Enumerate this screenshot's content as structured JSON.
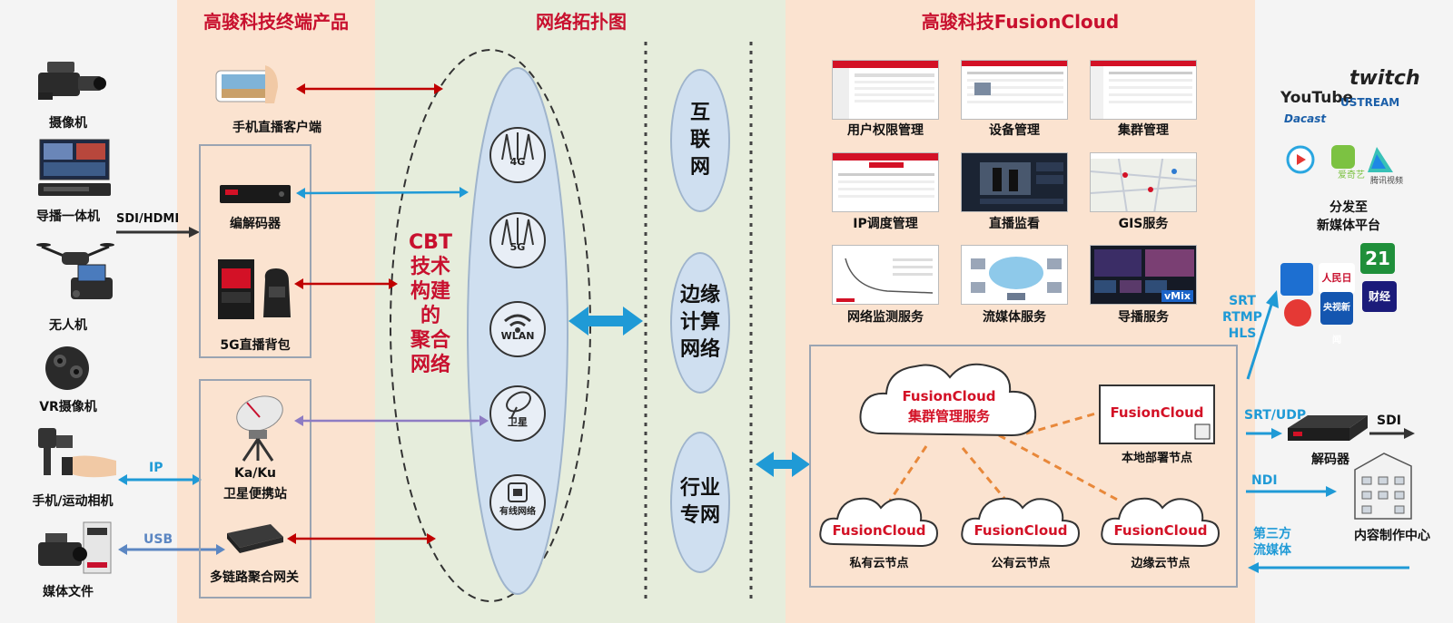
{
  "sections": {
    "terminal_title": "高骏科技终端产品",
    "network_title": "网络拓扑图",
    "cloud_title": "高骏科技FusionCloud"
  },
  "sources": [
    "摄像机",
    "导播一体机",
    "无人机",
    "VR摄像机",
    "手机/运动相机",
    "媒体文件"
  ],
  "links": {
    "sdi_hdmi": "SDI/HDMI",
    "ip": "IP",
    "usb": "USB",
    "srt_rtmp_hls": [
      "SRT",
      "RTMP",
      "HLS"
    ],
    "srt_udp": "SRT/UDP",
    "sdi": "SDI",
    "ndi": "NDI",
    "third_party": [
      "第三方",
      "流媒体"
    ]
  },
  "terminal_products": {
    "mobile_client": "手机直播客户端",
    "codec": "编解码器",
    "backpack": "5G直播背包",
    "satellite": [
      "Ka/Ku",
      "卫星便携站"
    ],
    "gateway": "多链路聚合网关"
  },
  "cbt": [
    "CBT",
    "技术",
    "构建",
    "的",
    "聚合",
    "网络"
  ],
  "net_types": [
    "4G",
    "5G",
    "WLAN",
    "卫星",
    "有线网络"
  ],
  "networks": [
    {
      "lines": [
        "互",
        "联",
        "网"
      ]
    },
    {
      "lines": [
        "边缘",
        "计算",
        "网络"
      ]
    },
    {
      "lines": [
        "行业",
        "专网"
      ]
    }
  ],
  "services": [
    "用户权限管理",
    "设备管理",
    "集群管理",
    "IP调度管理",
    "直播监看",
    "GIS服务",
    "网络监测服务",
    "流媒体服务",
    "导播服务"
  ],
  "vmix": "vMix",
  "cloud": {
    "main": [
      "FusionCloud",
      "集群管理服务"
    ],
    "local": "FusionCloud",
    "local_label": "本地部署节点",
    "nodes": [
      {
        "name": "FusionCloud",
        "label": "私有云节点"
      },
      {
        "name": "FusionCloud",
        "label": "公有云节点"
      },
      {
        "name": "FusionCloud",
        "label": "边缘云节点"
      }
    ]
  },
  "platforms": {
    "logos": [
      "YouTube",
      "twitch",
      "Dacast",
      "USTREAM",
      "爱奇艺",
      "腾讯视频"
    ],
    "label": [
      "分发至",
      "新媒体平台"
    ],
    "news_logos": [
      "人民日报",
      "21",
      "央视新闻",
      "财经"
    ]
  },
  "outputs": {
    "decoder": "解码器",
    "content_center": "内容制作中心"
  }
}
